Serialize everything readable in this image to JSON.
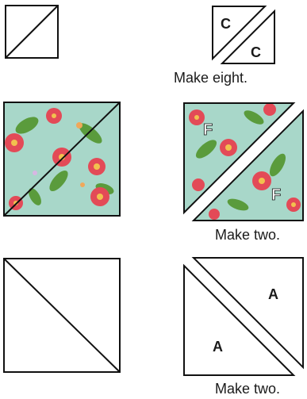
{
  "rows": [
    {
      "caption": "Make eight.",
      "unit_labels": [
        "C",
        "C"
      ]
    },
    {
      "caption": "Make two.",
      "unit_labels": [
        "F",
        "F"
      ]
    },
    {
      "caption": "Make two.",
      "unit_labels": [
        "A",
        "A"
      ]
    }
  ],
  "colors": {
    "line": "#111111",
    "fabric_bg": "#a8d7c9",
    "flower_red": "#e34a57",
    "leaf_green": "#5a9b3c"
  }
}
